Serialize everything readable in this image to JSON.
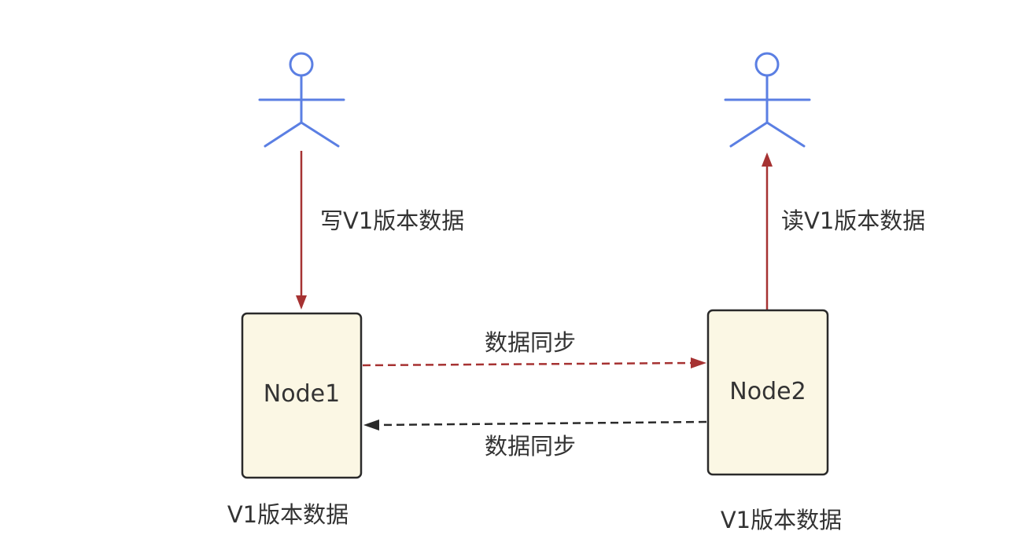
{
  "actors": [
    {
      "id": "writer",
      "role": "person"
    },
    {
      "id": "reader",
      "role": "person"
    }
  ],
  "nodes": [
    {
      "id": "node1",
      "label": "Node1",
      "caption": "V1版本数据"
    },
    {
      "id": "node2",
      "label": "Node2",
      "caption": "V1版本数据"
    }
  ],
  "edges": [
    {
      "from": "writer",
      "to": "node1",
      "label": "写V1版本数据",
      "style": "solid",
      "color": "#a63232"
    },
    {
      "from": "node2",
      "to": "reader",
      "label": "读V1版本数据",
      "style": "solid",
      "color": "#a63232"
    },
    {
      "from": "node1",
      "to": "node2",
      "label": "数据同步",
      "style": "dashed",
      "color": "#a63232"
    },
    {
      "from": "node2",
      "to": "node1",
      "label": "数据同步",
      "style": "dashed",
      "color": "#2a2a2a"
    }
  ],
  "colors": {
    "actor": "#5b7fe3",
    "node_fill": "#fbf7e4",
    "node_border": "#2a2a2a",
    "arrow_red": "#a63232",
    "arrow_dark": "#2a2a2a"
  }
}
